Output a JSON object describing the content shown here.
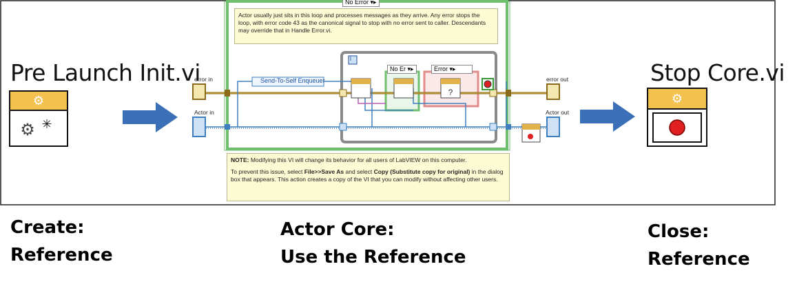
{
  "left": {
    "title": "Pre Launch Init.vi",
    "caption_line1": "Create:",
    "caption_line2": "Reference"
  },
  "middle": {
    "caption_line1": "Actor Core:",
    "caption_line2": "Use the Reference",
    "case_selector_top": "No Error",
    "case_selector_inner1": "No Er",
    "case_selector_inner2": "Error",
    "enqueuer_label": "Send-To-Self Enqueuer",
    "loop_iteration": "i",
    "comment_top": "Actor usually just sits in this loop and processes messages as they arrive. Any error stops the loop, with error code 43 as the canonical signal to stop with no error sent to caller. Descendants  may override that in Handle Error.vi.",
    "note_bold": "NOTE:",
    "note_line1": " Modifying this VI will change its behavior for all users of LabVIEW on this computer.",
    "note_p2_a": "To prevent this issue, select ",
    "note_p2_b": "File>>Save As",
    "note_p2_c": " and select ",
    "note_p2_d": "Copy (Substitute copy for original)",
    "note_p2_e": " in the dialog box that appears. This action creates a copy of the VI that you can modify without affecting other users.",
    "error_in": "error in",
    "actor_in": "Actor in",
    "error_out": "error out",
    "actor_out": "Actor out"
  },
  "right": {
    "title": "Stop Core.vi",
    "caption_line1": "Close:",
    "caption_line2": "Reference"
  },
  "colors": {
    "arrow": "#3b6fb8",
    "error_wire": "#8b6b1a",
    "class_wire": "#3f7fbf",
    "loop_green": "#6fbf6f",
    "icon_gold": "#e2b24a"
  }
}
